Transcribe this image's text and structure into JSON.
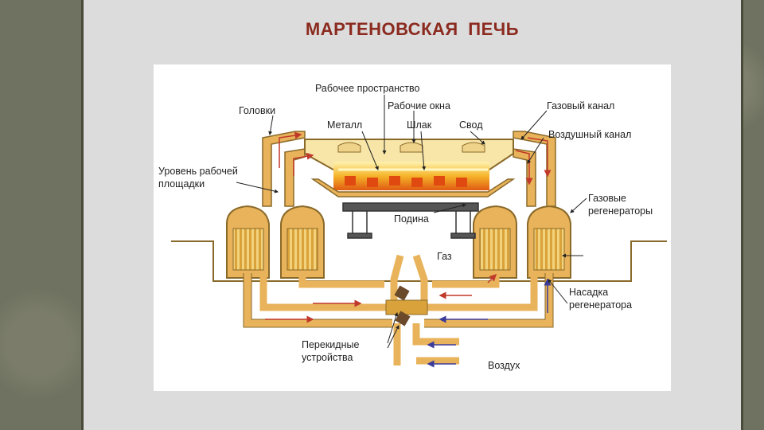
{
  "title": "МАРТЕНОВСКАЯ  ПЕЧЬ",
  "labels": {
    "working_space": "Рабочее пространство",
    "heads": "Головки",
    "work_windows": "Рабочие окна",
    "metal": "Металл",
    "slag": "Шлак",
    "roof": "Свод",
    "gas_channel": "Газовый канал",
    "air_channel": "Воздушный канал",
    "platform_level_1": "Уровень рабочей",
    "platform_level_2": "площадки",
    "hearth": "Подина",
    "gas_regenerators_1": "Газовые",
    "gas_regenerators_2": "регенераторы",
    "gas": "Газ",
    "packing_1": "Насадка",
    "packing_2": "регенератора",
    "reversing_1": "Перекидные",
    "reversing_2": "устройства",
    "air": "Воздух"
  },
  "colors": {
    "wall": "#e8b35a",
    "wall_stroke": "#8a6a2a",
    "flame": "#f2a020",
    "metal": "#e04a10",
    "arrow_red": "#c0392b",
    "arrow_blue": "#3b3b9a",
    "title": "#8b2a1f"
  }
}
